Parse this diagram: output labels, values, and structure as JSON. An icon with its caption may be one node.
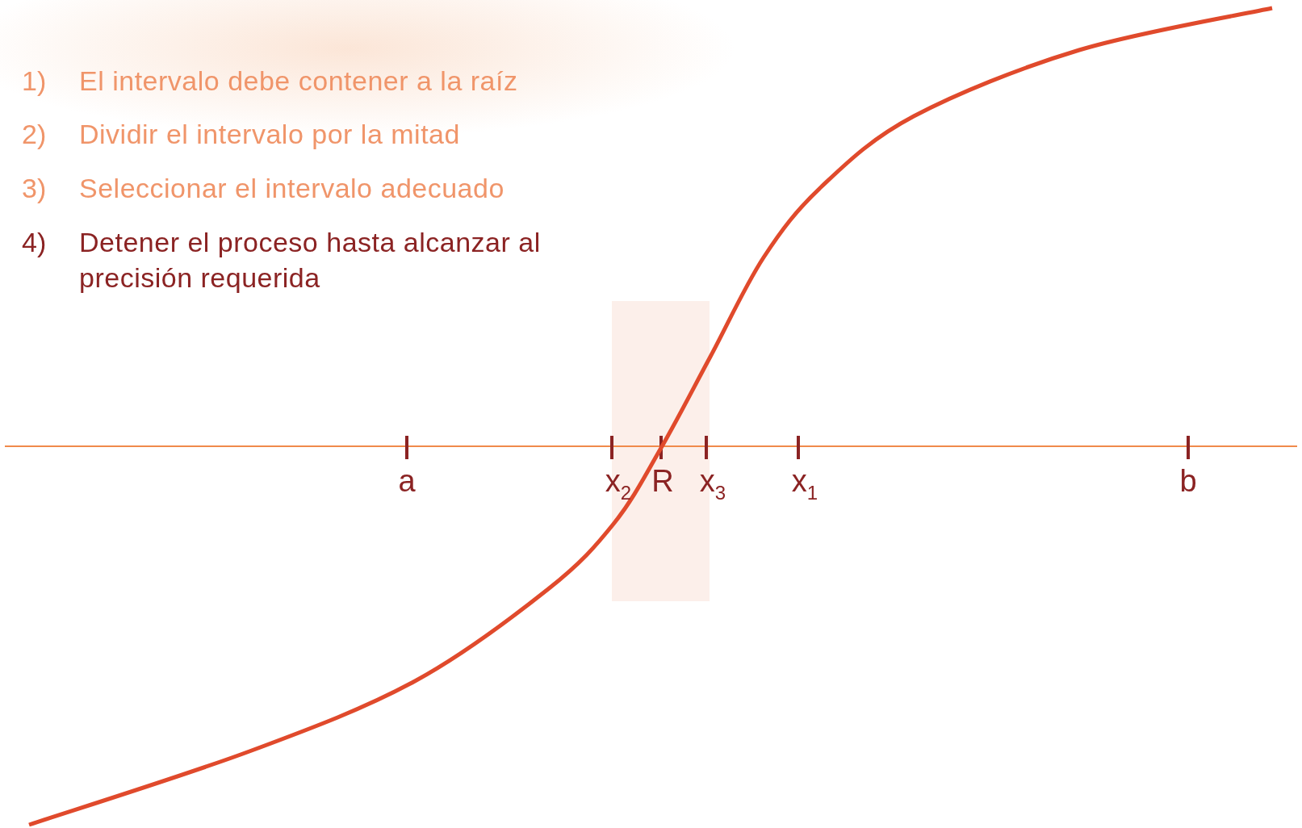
{
  "diagram": {
    "labels": [
      "1)",
      "El intervalo debe contener a la raíz",
      "2)",
      "Dividir el intervalo por la mitad",
      "3)",
      "Seleccionar el intervalo adecuado",
      "4)",
      "Detener el proceso hasta alcanzar al precisión requerida",
      "a",
      "x$_{2}$",
      "R",
      "x$_{3}$",
      "x$_{1}$",
      "b"
    ]
  }
}
